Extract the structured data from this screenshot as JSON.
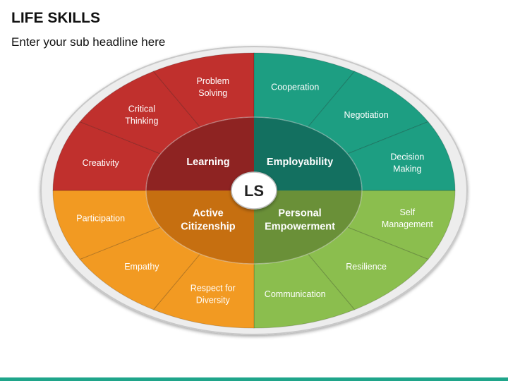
{
  "header": {
    "title": "LIFE SKILLS",
    "subtitle": "Enter your sub headline here"
  },
  "center_label": "LS",
  "quadrants": [
    {
      "id": "learning",
      "label": [
        "Learning"
      ],
      "color": "#c0302d",
      "inner_color": "#8e2322",
      "skills": [
        [
          "Creativity"
        ],
        [
          "Critical",
          "Thinking"
        ],
        [
          "Problem",
          "Solving"
        ]
      ]
    },
    {
      "id": "employability",
      "label": [
        "Employability"
      ],
      "color": "#1d9e82",
      "inner_color": "#137060",
      "skills": [
        [
          "Cooperation"
        ],
        [
          "Negotiation"
        ],
        [
          "Decision",
          "Making"
        ]
      ]
    },
    {
      "id": "personal-empowerment",
      "label": [
        "Personal",
        "Empowerment"
      ],
      "color": "#8bbe4e",
      "inner_color": "#6a9038",
      "skills": [
        [
          "Self",
          "Management"
        ],
        [
          "Resilience"
        ],
        [
          "Communication"
        ]
      ]
    },
    {
      "id": "active-citizenship",
      "label": [
        "Active",
        "Citizenship"
      ],
      "color": "#f29a22",
      "inner_color": "#c66f10",
      "skills": [
        [
          "Respect for",
          "Diversity"
        ],
        [
          "Empathy"
        ],
        [
          "Participation"
        ]
      ]
    }
  ],
  "colors": {
    "ring": "#ededed",
    "ring_border": "#c8c8c8",
    "accent_bar": "#1fa58a"
  }
}
